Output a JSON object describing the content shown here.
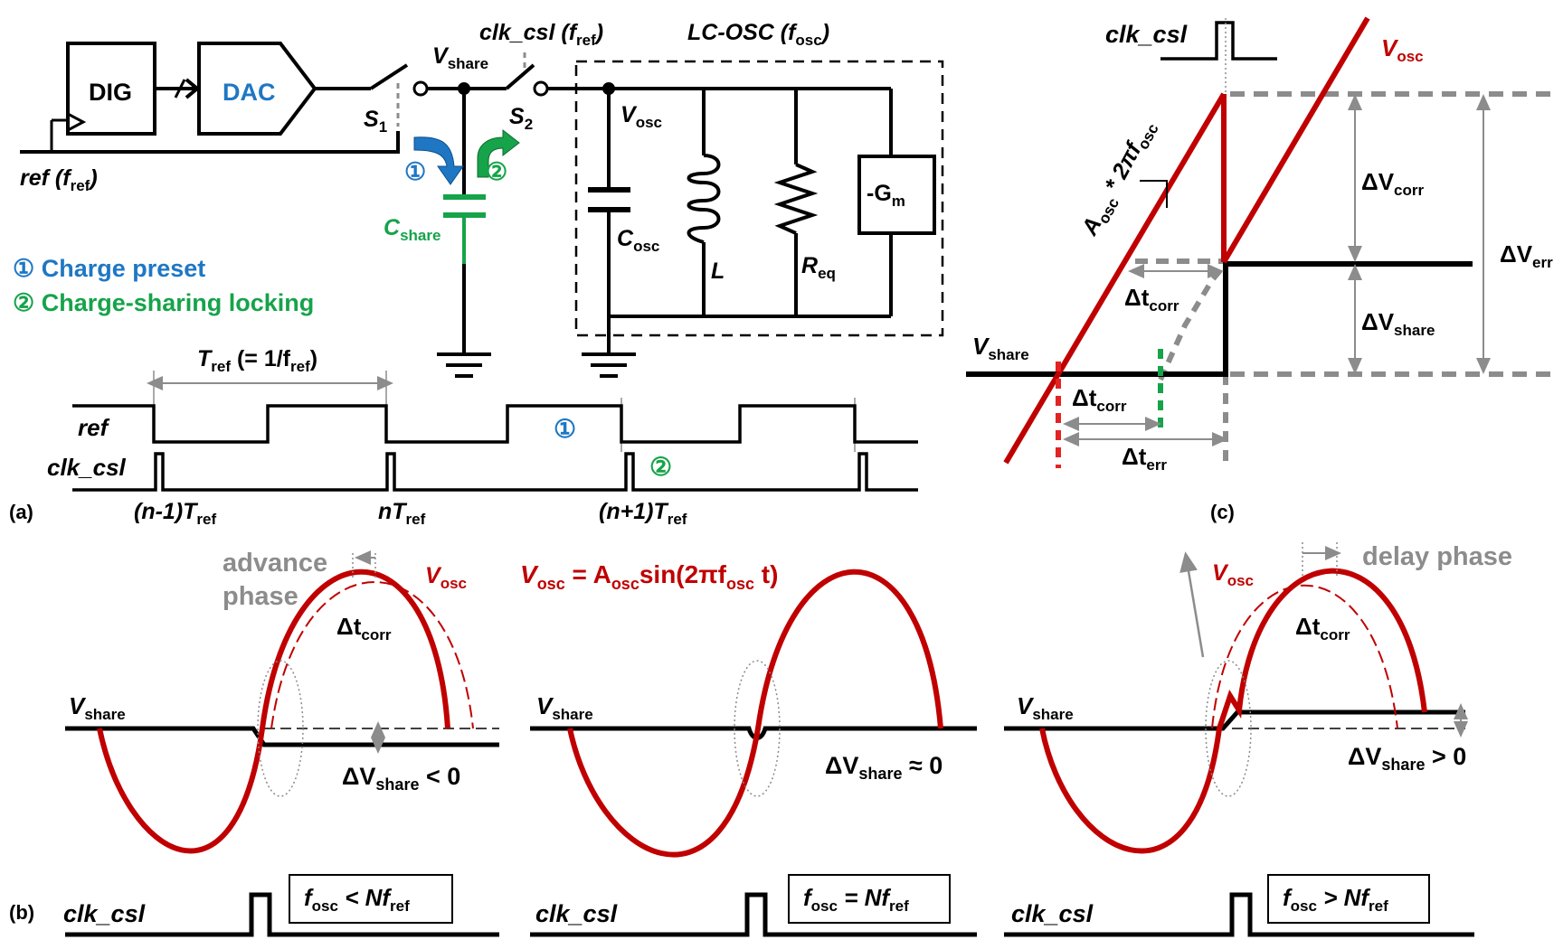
{
  "circuit": {
    "dig": "DIG",
    "dac": "DAC",
    "s1": "S",
    "s1_sub": "1",
    "s2": "S",
    "s2_sub": "2",
    "vshare": "V",
    "vshare_sub": "share",
    "clk_csl": "clk_csl",
    "clk_fref": "(f",
    "clk_fref_sub": "ref",
    "clk_fref_end": ")",
    "lc_osc": "LC-OSC (f",
    "lc_osc_sub": "osc",
    "lc_osc_end": ")",
    "vosc": "V",
    "vosc_sub": "osc",
    "ref": "ref",
    "ref_f": "(f",
    "ref_f_sub": "ref",
    "ref_f_end": ")",
    "cshare": "C",
    "cshare_sub": "share",
    "cosc": "C",
    "cosc_sub": "osc",
    "l": "L",
    "req": "R",
    "req_sub": "eq",
    "gm": "-G",
    "gm_sub": "m",
    "step1": "①",
    "step2": "②"
  },
  "legend": {
    "item1": "① Charge preset",
    "item2": "② Charge-sharing locking"
  },
  "timing": {
    "tref": "T",
    "tref_sub": "ref",
    "tref_eq": " (= 1/f",
    "tref_eq_sub": "ref",
    "tref_end": ")",
    "ref": "ref",
    "clk_csl": "clk_csl",
    "n1": "(n-1)T",
    "n1_sub": "ref",
    "n": "nT",
    "n_sub": "ref",
    "np1": "(n+1)T",
    "np1_sub": "ref",
    "mark1": "①",
    "mark2": "②"
  },
  "panel_labels": {
    "a": "(a)",
    "b": "(b)",
    "c": "(c)"
  },
  "panel_b": {
    "equation": "V",
    "eq_sub": "osc",
    "eq_mid": " = A",
    "eq_sub2": "osc",
    "eq_end": "sin(2πf",
    "eq_sub3": "osc",
    "eq_tail": " t)",
    "advance": "advance",
    "phase": "phase",
    "delay_phase": "delay phase",
    "vosc": "V",
    "vosc_sub": "osc",
    "vshare": "V",
    "vshare_sub": "share",
    "dtcorr": "Δt",
    "dtcorr_sub": "corr",
    "dv_lt": "ΔV",
    "dv_lt_sub": "share",
    "dv_lt_end": " < 0",
    "dv_eq": "ΔV",
    "dv_eq_sub": "share",
    "dv_eq_end": " ≈ 0",
    "dv_gt": "ΔV",
    "dv_gt_sub": "share",
    "dv_gt_end": " > 0",
    "clk_csl": "clk_csl",
    "box_lt": "f",
    "box_lt_sub": "osc",
    "box_lt_end": " < Nf",
    "box_lt_sub2": "ref",
    "box_eq": "f",
    "box_eq_sub": "osc",
    "box_eq_end": " = Nf",
    "box_eq_sub2": "ref",
    "box_gt": "f",
    "box_gt_sub": "osc",
    "box_gt_end": " > Nf",
    "box_gt_sub2": "ref"
  },
  "panel_c": {
    "clk_csl": "clk_csl",
    "vosc": "V",
    "vosc_sub": "osc",
    "slope": "A",
    "slope_sub": "osc",
    "slope_mid": " * 2πf",
    "slope_sub2": "osc",
    "dvcorr": "ΔV",
    "dvcorr_sub": "corr",
    "dverr": "ΔV",
    "dverr_sub": "err",
    "dvshare": "ΔV",
    "dvshare_sub": "share",
    "dtcorr": "Δt",
    "dtcorr_sub": "corr",
    "dterr": "Δt",
    "dterr_sub": "err",
    "vshare": "V",
    "vshare_sub": "share"
  },
  "colors": {
    "red": "#c00000",
    "blue": "#1f77c4",
    "green": "#16a34a",
    "gray": "#8c8c8c"
  }
}
